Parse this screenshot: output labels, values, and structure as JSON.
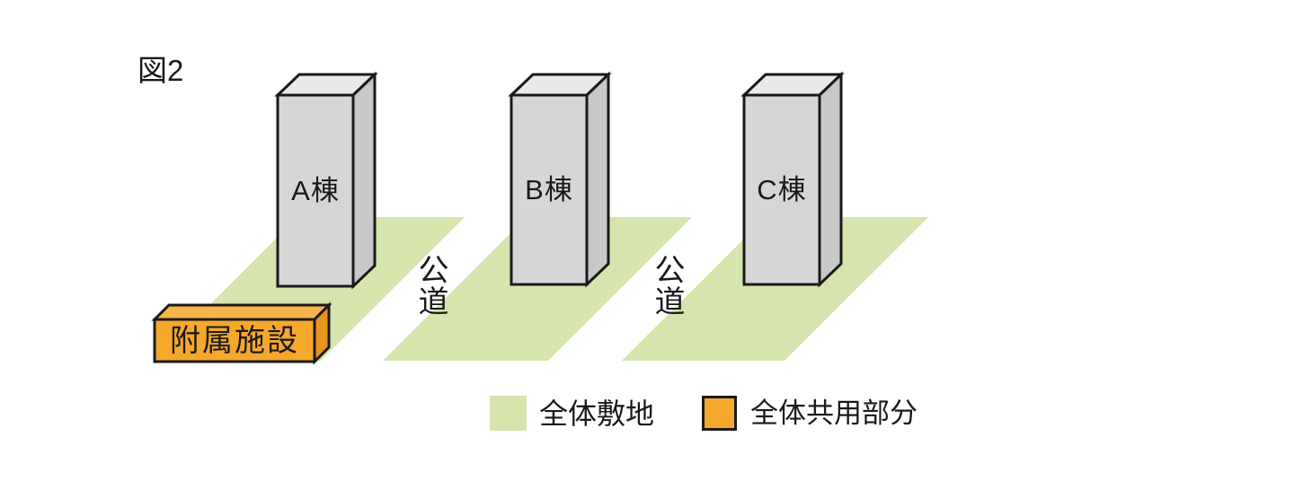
{
  "figure_title": "図2",
  "buildings": [
    {
      "label": "A棟"
    },
    {
      "label": "B棟"
    },
    {
      "label": "C棟"
    }
  ],
  "annex_label": "附属施設",
  "roads": [
    {
      "label": "公道"
    },
    {
      "label": "公道"
    }
  ],
  "legend": {
    "site": {
      "label": "全体敷地",
      "color": "#d6e4ae"
    },
    "common": {
      "label": "全体共用部分",
      "color": "#f6a82c"
    }
  },
  "colors": {
    "site_green": "#d6e4ae",
    "common_orange_front": "#f6a82c",
    "common_orange_top": "#f8b648",
    "common_orange_side": "#ea9420",
    "building_front": "#d6d6d6",
    "building_top": "#e9e9e7",
    "building_side": "#c8c8c8",
    "outline": "#1a1a1a"
  }
}
